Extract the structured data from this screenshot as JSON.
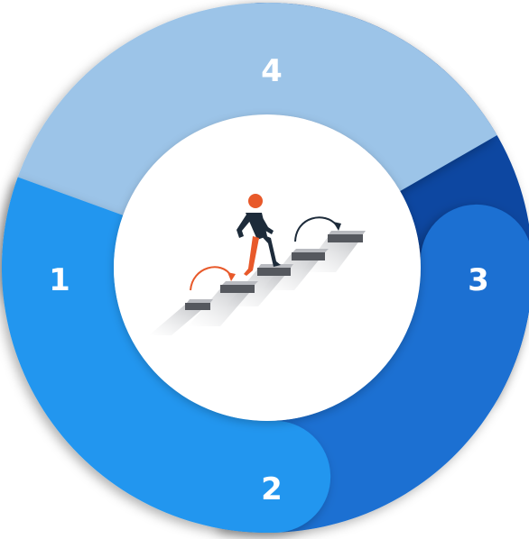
{
  "diagram": {
    "segments": [
      {
        "number": "1",
        "color": "#9cc4e8",
        "shadow": "#7fa9d2"
      },
      {
        "number": "2",
        "color": "#2196ef",
        "shadow": "#1779c8"
      },
      {
        "number": "3",
        "color": "#1a6fd2",
        "shadow": "#145bb0"
      },
      {
        "number": "4",
        "color": "#0d47a1",
        "shadow": "#0a3a85"
      }
    ],
    "center_icon": "person-climbing-stairs-icon",
    "center_circle_color": "#ffffff",
    "figure_head_color": "#e8592a",
    "figure_body_color": "#1d2b3a",
    "stair_color": "#6e7177",
    "arrow_color": "#e8592a"
  }
}
